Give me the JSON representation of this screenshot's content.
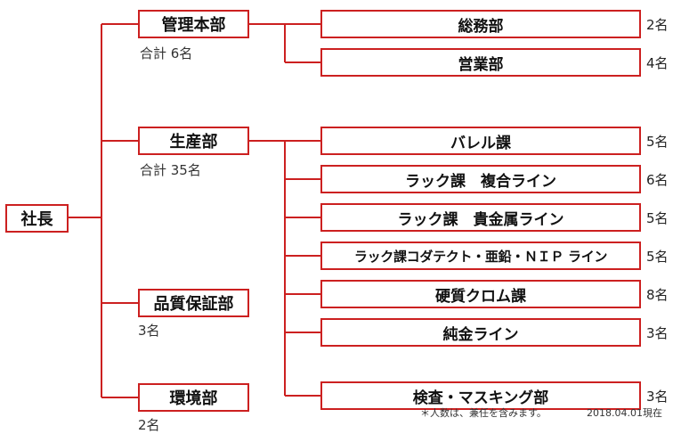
{
  "root": {
    "label": "社長"
  },
  "divisions": [
    {
      "id": "kanri",
      "label": "管理本部",
      "note": "合計 6名"
    },
    {
      "id": "seisan",
      "label": "生産部",
      "note": "合計 35名"
    },
    {
      "id": "hinshitsu",
      "label": "品質保証部",
      "note": "3名"
    },
    {
      "id": "kankyo",
      "label": "環境部",
      "note": "2名"
    }
  ],
  "units": [
    {
      "label": "総務部",
      "count": "2名",
      "parent": "管理本部"
    },
    {
      "label": "営業部",
      "count": "4名",
      "parent": "管理本部"
    },
    {
      "label": "バレル課",
      "count": "5名",
      "parent": "生産部"
    },
    {
      "label": "ラック課　複合ライン",
      "count": "6名",
      "parent": "生産部"
    },
    {
      "label": "ラック課　貴金属ライン",
      "count": "5名",
      "parent": "生産部"
    },
    {
      "label": "ラック課コダテクト・亜鉛・ＮＩＰ ライン",
      "count": "5名",
      "parent": "生産部"
    },
    {
      "label": "硬質クロム課",
      "count": "8名",
      "parent": "生産部"
    },
    {
      "label": "純金ライン",
      "count": "3名",
      "parent": "生産部"
    },
    {
      "label": "検査・マスキング部",
      "count": "3名",
      "parent": "生産部"
    }
  ],
  "footnote": "＊人数は、兼任を含みます。",
  "as_of": "2018.04.01現在",
  "colors": {
    "line": "#cc2020",
    "border": "#cc2020",
    "text": "#111111"
  }
}
